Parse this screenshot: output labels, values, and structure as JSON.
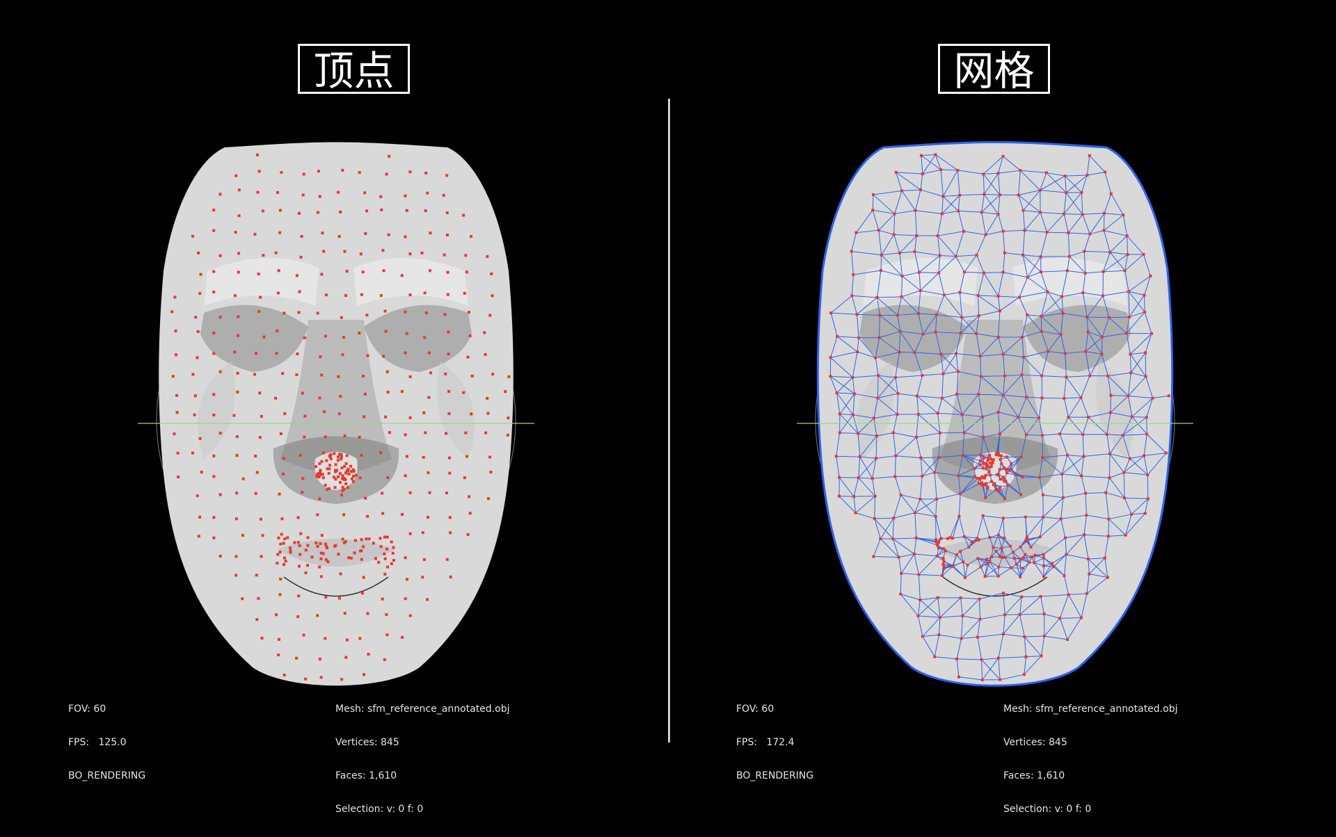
{
  "panels": [
    {
      "id": "left",
      "title": "顶点",
      "mode": "vertices",
      "overlay_left": [
        "FOV: 60",
        "FPS:   125.0",
        "BO_RENDERING"
      ],
      "overlay_right": [
        "Mesh: sfm_reference_annotated.obj",
        "Vertices: 845",
        "Faces: 1,610",
        "Selection: v: 0 f: 0"
      ]
    },
    {
      "id": "right",
      "title": "网格",
      "mode": "wireframe",
      "overlay_left": [
        "FOV: 60",
        "FPS:   172.4",
        "BO_RENDERING"
      ],
      "overlay_right": [
        "Mesh: sfm_reference_annotated.obj",
        "Vertices: 845",
        "Faces: 1,610",
        "Selection: v: 0 f: 0"
      ]
    }
  ],
  "colors": {
    "background": "#000000",
    "face_fill": "#d9d9d9",
    "vertex": "#e8392d",
    "wire": "#2a63f0",
    "axis_line": "#9bd38a",
    "gizmo_circle": "#6a6a6a",
    "divider": "#cfcfcf"
  }
}
